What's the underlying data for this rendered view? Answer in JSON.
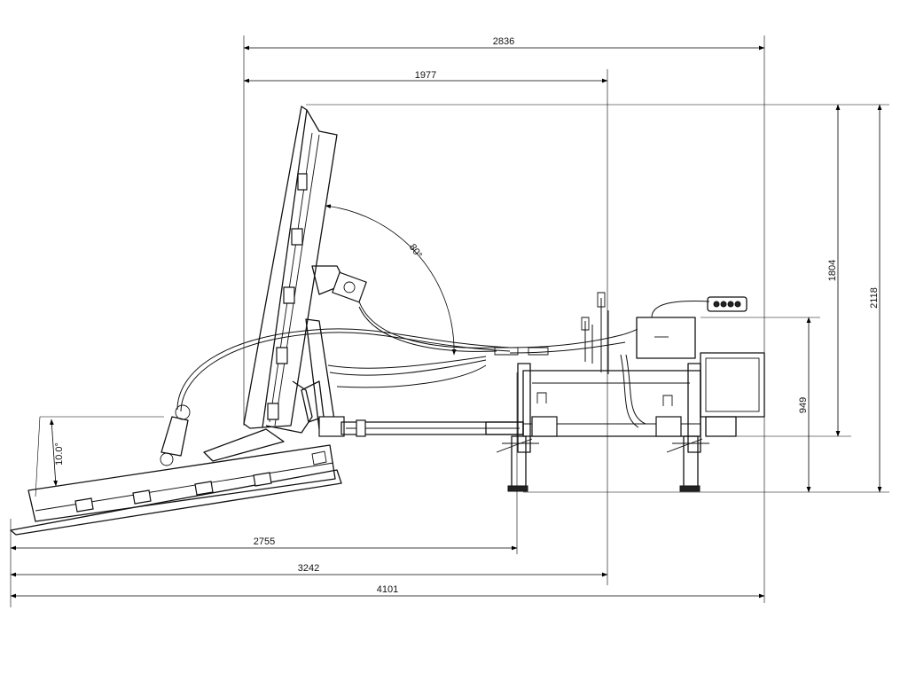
{
  "dimensions": {
    "top_overall": "2836",
    "top_inner": "1977",
    "bottom_short": "2755",
    "bottom_mid": "3242",
    "bottom_overall": "4101",
    "right_inner": "1804",
    "right_outer": "2118",
    "right_base": "949"
  },
  "angles": {
    "blade_swing": "80°",
    "tilt": "10.0°"
  }
}
